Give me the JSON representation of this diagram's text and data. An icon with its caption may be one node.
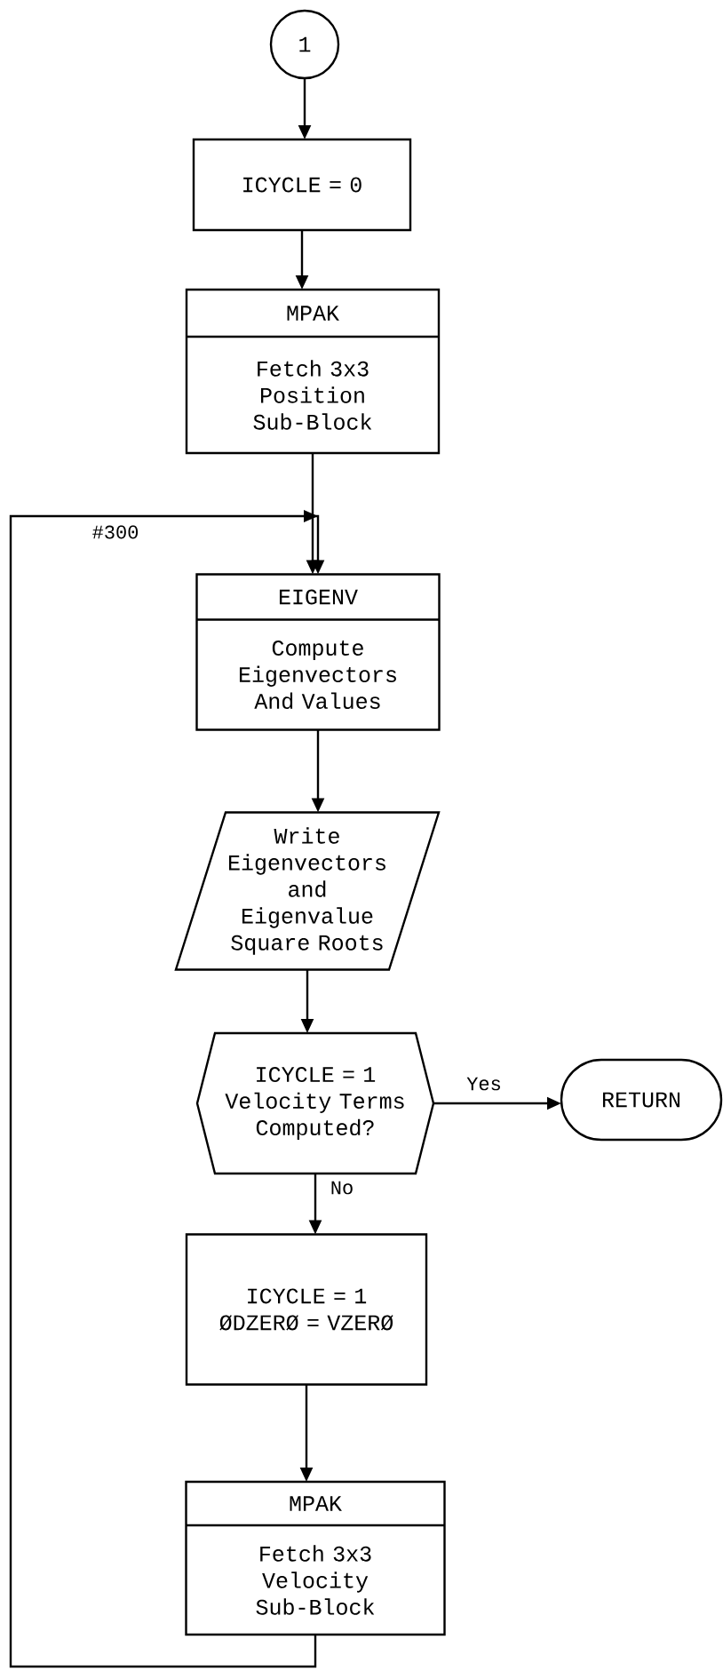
{
  "diagram": {
    "nodes": [
      {
        "text": [
          "1"
        ]
      },
      {
        "text": [
          "ICYCLE = 0"
        ]
      },
      {
        "text": [
          "MPAK",
          "Fetch 3x3 Position Sub-Block"
        ]
      },
      {
        "text": [
          "EIGENV",
          "Compute Eigenvectors And Values"
        ]
      },
      {
        "text": [
          "Write Eigenvectors and Eigenvalue Square Roots"
        ]
      },
      {
        "text": [
          "ICYCLE = 1 Velocity Terms Computed?"
        ]
      },
      {
        "text": [
          "RETURN"
        ]
      },
      {
        "text": [
          "ICYCLE = 1 ØDZERØ = VZERØ"
        ]
      },
      {
        "text": [
          "MPAK",
          "Fetch 3x3 Velocity Sub-Block"
        ]
      }
    ],
    "edges": [
      {
        "from": 0,
        "to": 1,
        "arrow": "to"
      },
      {
        "from": 1,
        "to": 2,
        "arrow": "to"
      },
      {
        "from": 2,
        "to": 3,
        "arrow": "to"
      },
      {
        "from": 3,
        "to": 4,
        "arrow": "to"
      },
      {
        "from": 4,
        "to": 5,
        "arrow": "to"
      },
      {
        "from": 5,
        "to": 6,
        "arrow": "to",
        "label": "Yes"
      },
      {
        "from": 5,
        "to": 7,
        "arrow": "to",
        "label": "No"
      },
      {
        "from": 7,
        "to": 8,
        "arrow": "to"
      },
      {
        "from": 8,
        "to": 3,
        "arrow": "to",
        "label": "#300"
      }
    ]
  }
}
